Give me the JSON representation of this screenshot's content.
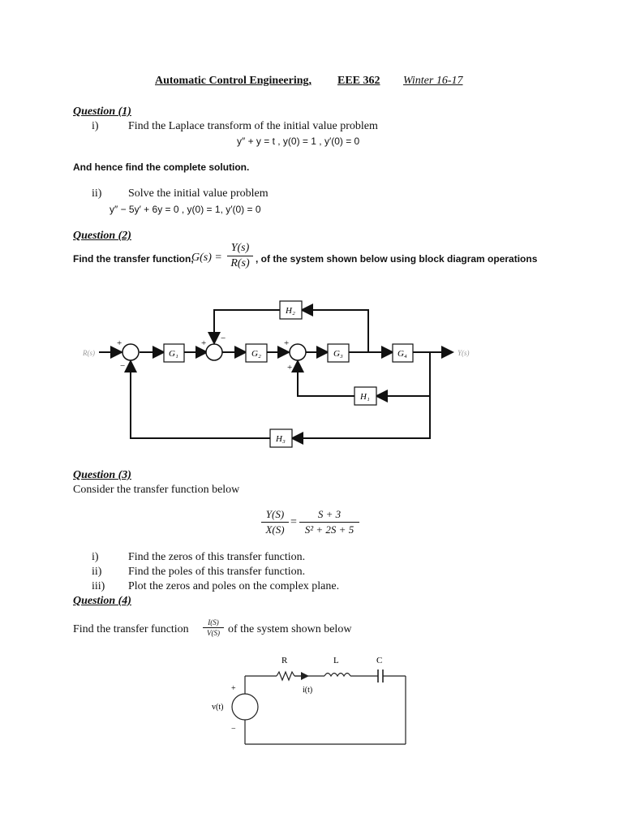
{
  "header": {
    "course": "Automatic Control Engineering,",
    "code": "EEE 362",
    "term": "Winter 16-17"
  },
  "q1": {
    "title": "Question (1)",
    "i_num": "i)",
    "i_text": "Find the Laplace transform of the initial value problem",
    "i_eq": "y″  +  y  =  t ,    y(0) = 1 ,   y′(0) = 0",
    "hence": "And hence find the complete solution.",
    "ii_num": "ii)",
    "ii_text": "Solve the initial value problem",
    "ii_eq": "y″  − 5y′ +  6y  =  0 ,    y(0) = 1,  y′(0) = 0"
  },
  "q2": {
    "title": "Question (2)",
    "text_pre": "Find the transfer function,",
    "g_label": "G(s) =",
    "frac_num": "Y(s)",
    "frac_den": "R(s)",
    "text_post": ", of the system shown below using block diagram operations",
    "diagram": {
      "input": "R(s)",
      "output": "Y(s)",
      "blocks": [
        "G₁",
        "G₂",
        "G₃",
        "G₄",
        "H₁",
        "H₂",
        "H₃"
      ],
      "signs": [
        "+",
        "−",
        "+",
        "−",
        "+",
        "+"
      ]
    }
  },
  "q3": {
    "title": "Question (3)",
    "intro": "Consider the transfer function below",
    "lhs_num": "Y(S)",
    "lhs_den": "X(S)",
    "eq": "=",
    "rhs_num": "S + 3",
    "rhs_den": "S² + 2S + 5",
    "items": [
      {
        "num": "i)",
        "text": "Find the zeros of this transfer function."
      },
      {
        "num": "ii)",
        "text": "Find the poles of this transfer function."
      },
      {
        "num": "iii)",
        "text": "Plot the zeros and poles on the complex plane."
      }
    ]
  },
  "q4": {
    "title": "Question (4)",
    "text_pre": "Find the transfer function",
    "frac_num": "I(S)",
    "frac_den": "V(S)",
    "text_post": "of the system shown below",
    "circuit": {
      "r": "R",
      "l": "L",
      "c": "C",
      "current": "i(t)",
      "source": "v(t)",
      "plus": "+",
      "minus": "−"
    }
  }
}
